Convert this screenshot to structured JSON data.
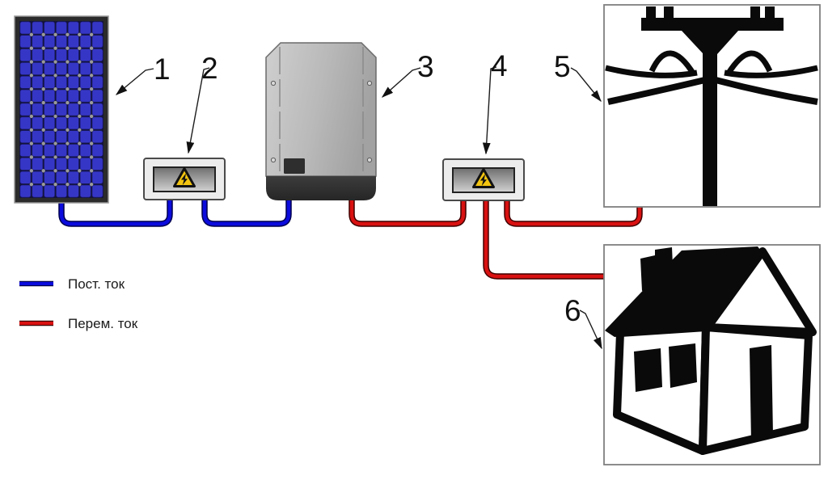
{
  "callouts": [
    {
      "number": "1"
    },
    {
      "number": "2"
    },
    {
      "number": "3"
    },
    {
      "number": "4"
    },
    {
      "number": "5"
    },
    {
      "number": "6"
    }
  ],
  "legend": {
    "items": [
      {
        "label": "Пост. ток",
        "color": "#0b0bdd",
        "outline": "#00004f"
      },
      {
        "label": "Перем. ток",
        "color": "#d91111",
        "outline": "#400000"
      }
    ]
  },
  "colors": {
    "warning_yellow": "#f2c411",
    "box_fill": "#ececec",
    "inverter_dark_band": "#323232",
    "panel_cell_blue": "#3636c6"
  }
}
